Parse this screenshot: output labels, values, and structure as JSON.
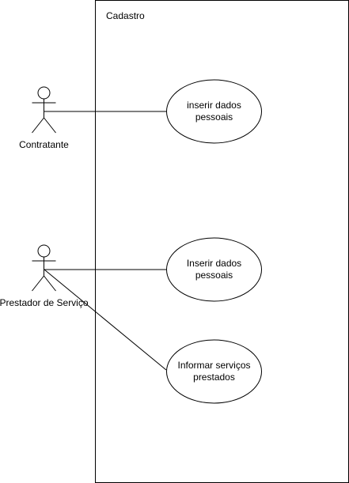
{
  "system": {
    "label": "Cadastro"
  },
  "actors": [
    {
      "id": "contratante",
      "name": "Contratante"
    },
    {
      "id": "prestador",
      "name": "Prestador de Serviço"
    }
  ],
  "use_cases": [
    {
      "id": "uc1",
      "line1": "inserir dados",
      "line2": "pessoais"
    },
    {
      "id": "uc2",
      "line1": "Inserir dados",
      "line2": "pessoais"
    },
    {
      "id": "uc3",
      "line1": "Informar serviços",
      "line2": "prestados"
    }
  ],
  "associations": [
    {
      "from": "contratante",
      "to": "uc1"
    },
    {
      "from": "prestador",
      "to": "uc2"
    },
    {
      "from": "prestador",
      "to": "uc3"
    }
  ],
  "colors": {
    "stroke": "#000000",
    "fill": "#ffffff",
    "text": "#000000"
  }
}
